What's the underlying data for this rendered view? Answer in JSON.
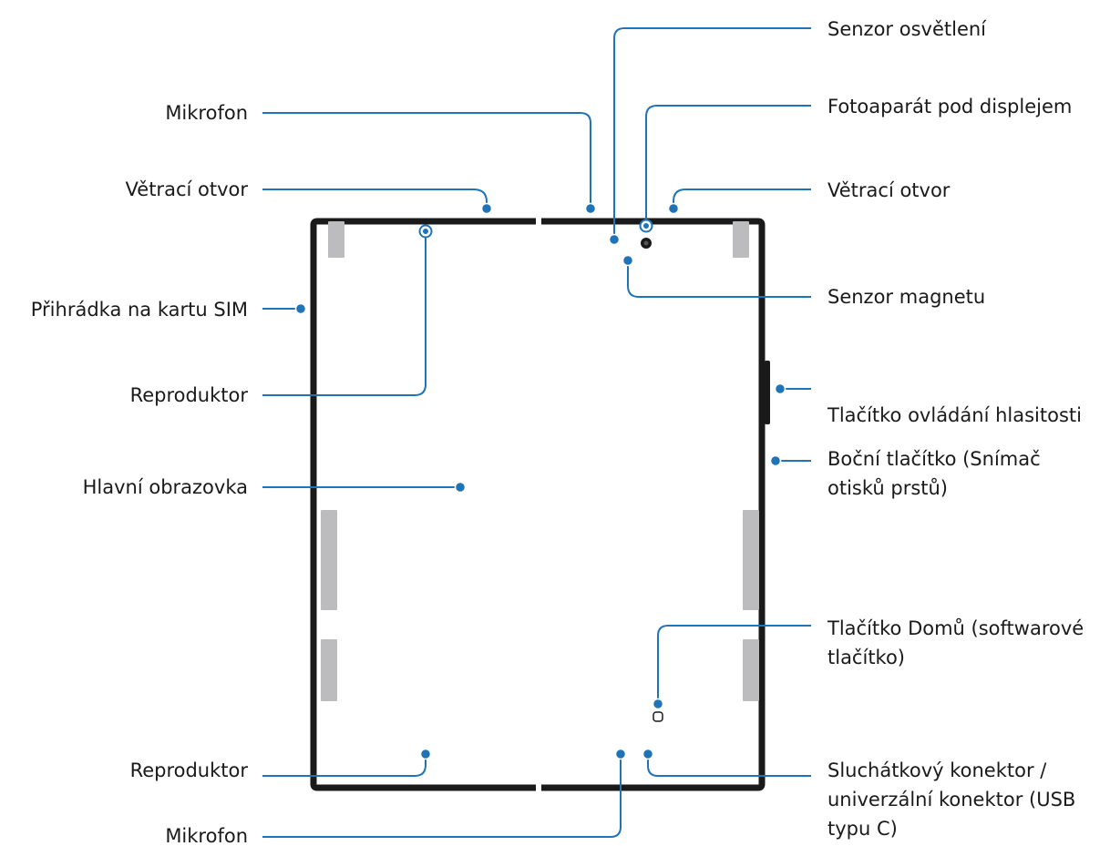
{
  "labels": {
    "mikrofon_top": "Mikrofon",
    "vetraci_otvor_left": "Větrací otvor",
    "prihradka_sim": "Přihrádka na kartu SIM",
    "reproduktor_top": "Reproduktor",
    "hlavni_obrazovka": "Hlavní obrazovka",
    "reproduktor_bottom": "Reproduktor",
    "mikrofon_bottom": "Mikrofon",
    "senzor_osvetleni": "Senzor osvětlení",
    "fotoaparat": "Fotoaparát pod displejem",
    "vetraci_otvor_right": "Větrací otvor",
    "senzor_magnetu": "Senzor magnetu",
    "tlacitko_hlasitosti": "Tlačítko ovládání hlasitosti",
    "bocni_tlacitko_line1": "Boční tlačítko (Snímač",
    "bocni_tlacitko_line2": "otisků prstů)",
    "tlacitko_domu_line1": "Tlačítko Domů (softwarové",
    "tlacitko_domu_line2": "tlačítko)",
    "konektor_line1": "Sluchátkový konektor /",
    "konektor_line2": "univerzální konektor (USB",
    "konektor_line3": "typu C)"
  },
  "colors": {
    "callout": "#1f73b7",
    "frame": "#1a1a1a",
    "hinge": "#bcbcbe"
  }
}
